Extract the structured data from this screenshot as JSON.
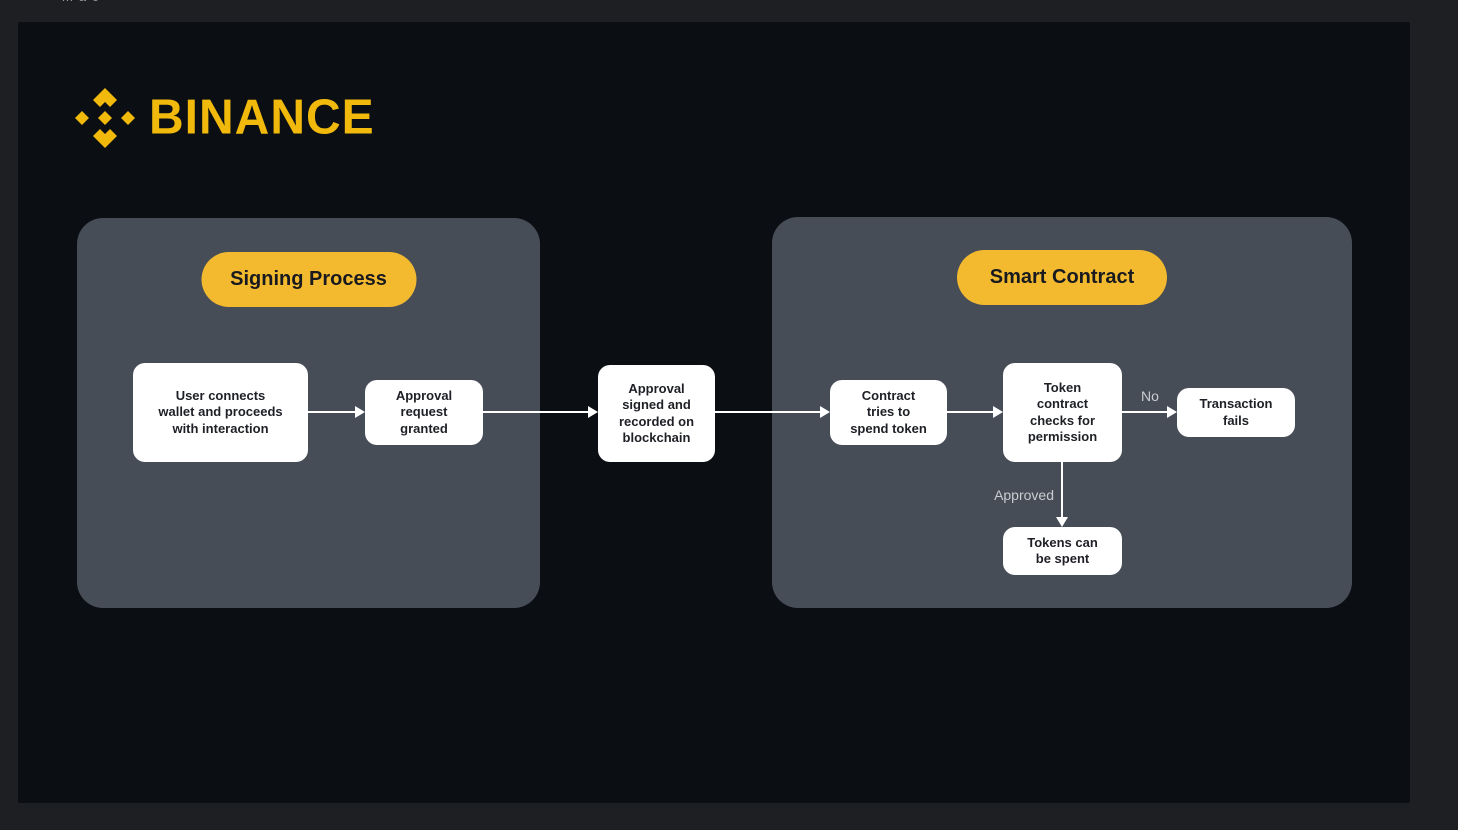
{
  "meta": {
    "clipped_top_text": "mac"
  },
  "brand": {
    "wordmark": "BINANCE"
  },
  "sections": {
    "signing": {
      "label": "Signing Process"
    },
    "smart_contract": {
      "label": "Smart Contract"
    }
  },
  "flow": {
    "nodes": [
      {
        "id": "connect-wallet",
        "text": "User connects\nwallet and proceeds\nwith interaction"
      },
      {
        "id": "approval-granted",
        "text": "Approval\nrequest\ngranted"
      },
      {
        "id": "approval-recorded",
        "text": "Approval\nsigned and\nrecorded on\nblockchain"
      },
      {
        "id": "contract-spend",
        "text": "Contract\ntries to\nspend token"
      },
      {
        "id": "permission-check",
        "text": "Token\ncontract\nchecks for\npermission"
      },
      {
        "id": "transaction-fails",
        "text": "Transaction\nfails"
      },
      {
        "id": "tokens-spent",
        "text": "Tokens can\nbe spent"
      }
    ],
    "edge_labels": {
      "no": "No",
      "approved": "Approved"
    }
  },
  "colors": {
    "brand-yellow": "#F0B90B",
    "pill-yellow": "#F3BA2F",
    "panel-gray": "#474D57",
    "canvas-dark": "#0B0E13",
    "frame-dark": "#1E1F22",
    "node-bg": "#FFFFFF",
    "node-text": "#1E2026",
    "edge-label": "#C9CDD2",
    "arrow": "#FFFFFF"
  }
}
